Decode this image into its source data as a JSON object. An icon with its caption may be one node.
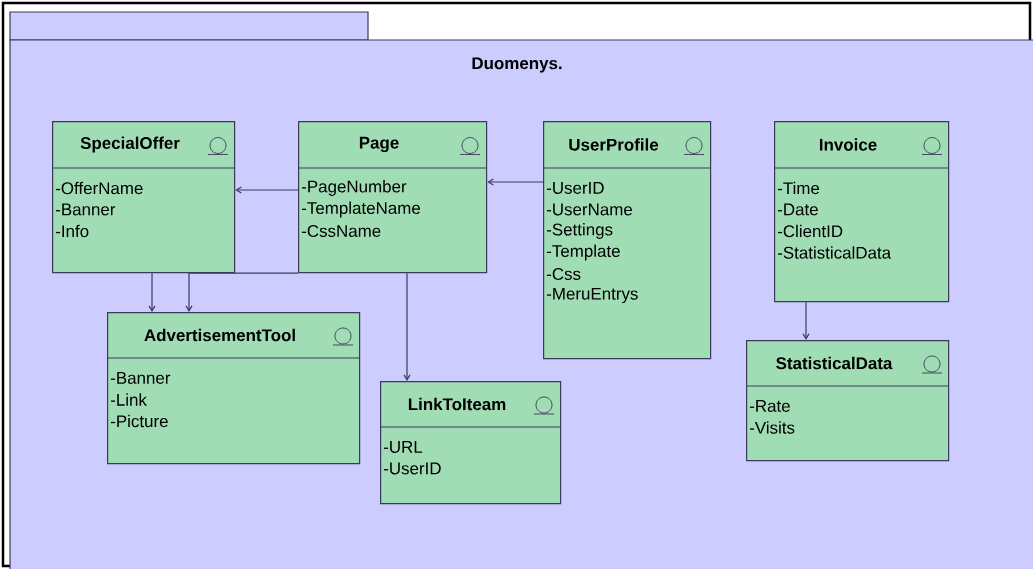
{
  "diagram": {
    "nodes": [
      {
        "text": [
          "Duomenys."
        ]
      },
      {
        "text": [
          "SpecialOffer",
          "-OfferName",
          "-Banner",
          "-Info"
        ],
        "in": 0
      },
      {
        "text": [
          "Page",
          "-PageNumber",
          "-TemplateName",
          "-CssName"
        ],
        "in": 0
      },
      {
        "text": [
          "UserProfile",
          "-UserID",
          "-UserName",
          "-Settings",
          "-Template",
          "-Css",
          "-MeruEntrys"
        ],
        "in": 0
      },
      {
        "text": [
          "Invoice",
          "-Time",
          "-Date",
          "-ClientID",
          "-StatisticalData"
        ],
        "in": 0
      },
      {
        "text": [
          "AdvertisementTool",
          "-Banner",
          "-Link",
          "-Picture"
        ],
        "in": 0
      },
      {
        "text": [
          "LinkToIteam",
          "-URL",
          "-UserID"
        ],
        "in": 0
      },
      {
        "text": [
          "StatisticalData",
          "-Rate",
          "-Visits"
        ],
        "in": 0
      }
    ],
    "edges": [
      {
        "from": 2,
        "to": 1,
        "arrow": "to"
      },
      {
        "from": 3,
        "to": 2,
        "arrow": "to"
      },
      {
        "from": 1,
        "to": 5,
        "arrow": "to"
      },
      {
        "from": 2,
        "to": 5,
        "arrow": "to"
      },
      {
        "from": 2,
        "to": 6,
        "arrow": "to"
      },
      {
        "from": 4,
        "to": 7,
        "arrow": "to"
      }
    ]
  }
}
